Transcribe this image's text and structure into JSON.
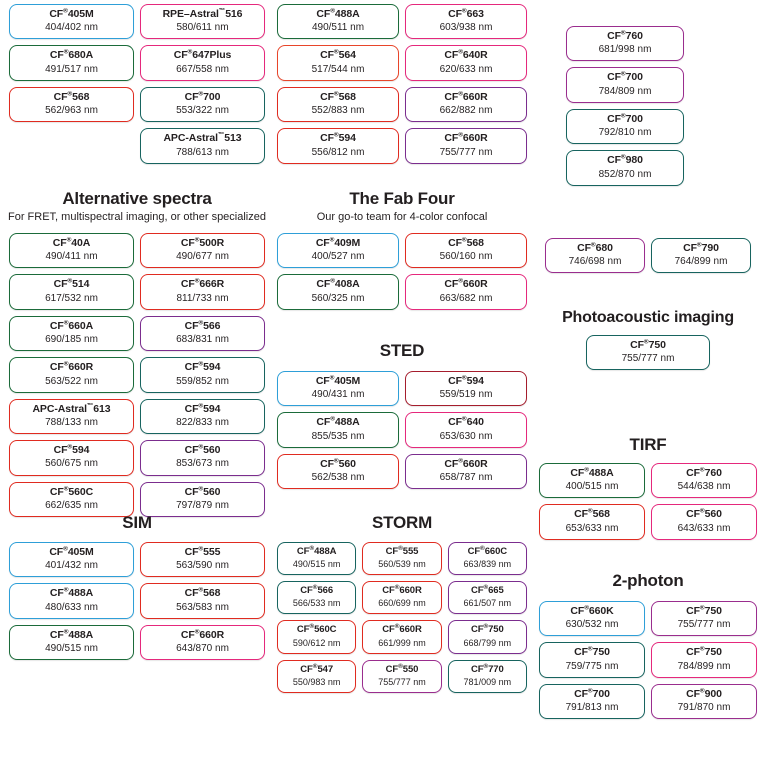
{
  "sections": [
    {
      "id": "top-left",
      "title": "",
      "subtitle": "",
      "columns": 2,
      "items": [
        {
          "name": "CF",
          "sup": "®",
          "suffix": "405M",
          "spec": "404/402 nm",
          "color": "blue"
        },
        {
          "name": "RPE–Astral",
          "sup": "™",
          "suffix": "516",
          "spec": "580/611 nm",
          "color": "magenta"
        },
        {
          "name": "CF",
          "sup": "®",
          "suffix": "680A",
          "spec": "491/517 nm",
          "color": "green"
        },
        {
          "name": "CF",
          "sup": "®",
          "suffix": "647Plus",
          "spec": "667/558 nm",
          "color": "magenta"
        },
        {
          "name": "CF",
          "sup": "®",
          "suffix": "568",
          "spec": "562/963 nm",
          "color": "red"
        },
        {
          "name": "CF",
          "sup": "®",
          "suffix": "700",
          "spec": "553/322 nm",
          "color": "teal"
        },
        {
          "name": "",
          "sup": "",
          "suffix": "",
          "spec": "",
          "color": "blank"
        },
        {
          "name": "APC-Astral",
          "sup": "™",
          "suffix": "513",
          "spec": "788/613 nm",
          "color": "teal"
        }
      ]
    },
    {
      "id": "top-mid",
      "title": "",
      "subtitle": "",
      "columns": 2,
      "items": [
        {
          "name": "CF",
          "sup": "®",
          "suffix": "488A",
          "spec": "490/511 nm",
          "color": "green"
        },
        {
          "name": "CF",
          "sup": "®",
          "suffix": "663",
          "spec": "603/938 nm",
          "color": "magenta"
        },
        {
          "name": "CF",
          "sup": "®",
          "suffix": "564",
          "spec": "517/544 nm",
          "color": "orange"
        },
        {
          "name": "CF",
          "sup": "®",
          "suffix": "640R",
          "spec": "620/633 nm",
          "color": "magenta"
        },
        {
          "name": "CF",
          "sup": "®",
          "suffix": "568",
          "spec": "552/883 nm",
          "color": "red"
        },
        {
          "name": "CF",
          "sup": "®",
          "suffix": "660R",
          "spec": "662/882 nm",
          "color": "purple"
        },
        {
          "name": "CF",
          "sup": "®",
          "suffix": "594",
          "spec": "556/812 nm",
          "color": "red"
        },
        {
          "name": "CF",
          "sup": "®",
          "suffix": "660R",
          "spec": "755/777 nm",
          "color": "purple"
        }
      ]
    },
    {
      "id": "top-right",
      "title": "",
      "subtitle": "",
      "columns": 1,
      "items": [
        {
          "name": "CF",
          "sup": "®",
          "suffix": "760",
          "spec": "681/998 nm",
          "color": "violet"
        },
        {
          "name": "CF",
          "sup": "®",
          "suffix": "700",
          "spec": "784/809 nm",
          "color": "violet"
        },
        {
          "name": "CF",
          "sup": "®",
          "suffix": "700",
          "spec": "792/810 nm",
          "color": "teal"
        },
        {
          "name": "CF",
          "sup": "®",
          "suffix": "980",
          "spec": "852/870 nm",
          "color": "teal"
        }
      ]
    },
    {
      "id": "alt",
      "title": "Alternative spectra",
      "subtitle": "For FRET, multispectral imaging, or other specialized",
      "columns": 2,
      "items": [
        {
          "name": "CF",
          "sup": "®",
          "suffix": "40A",
          "spec": "490/411 nm",
          "color": "green"
        },
        {
          "name": "CF",
          "sup": "®",
          "suffix": "500R",
          "spec": "490/677 nm",
          "color": "red"
        },
        {
          "name": "CF",
          "sup": "®",
          "suffix": "514",
          "spec": "617/532 nm",
          "color": "green"
        },
        {
          "name": "CF",
          "sup": "®",
          "suffix": "666R",
          "spec": "811/733 nm",
          "color": "red"
        },
        {
          "name": "CF",
          "sup": "®",
          "suffix": "660A",
          "spec": "690/185 nm",
          "color": "green"
        },
        {
          "name": "CF",
          "sup": "®",
          "suffix": "566",
          "spec": "683/831 nm",
          "color": "purple"
        },
        {
          "name": "CF",
          "sup": "®",
          "suffix": "660R",
          "spec": "563/522 nm",
          "color": "green"
        },
        {
          "name": "CF",
          "sup": "®",
          "suffix": "594",
          "spec": "559/852 nm",
          "color": "teal"
        },
        {
          "name": "APC-Astral",
          "sup": "™",
          "suffix": "613",
          "spec": "788/133 nm",
          "color": "red"
        },
        {
          "name": "CF",
          "sup": "®",
          "suffix": "594",
          "spec": "822/833 nm",
          "color": "teal"
        },
        {
          "name": "CF",
          "sup": "®",
          "suffix": "594",
          "spec": "560/675 nm",
          "color": "red"
        },
        {
          "name": "CF",
          "sup": "®",
          "suffix": "560",
          "spec": "853/673 nm",
          "color": "purple"
        },
        {
          "name": "CF",
          "sup": "®",
          "suffix": "560C",
          "spec": "662/635 nm",
          "color": "red"
        },
        {
          "name": "CF",
          "sup": "®",
          "suffix": "560",
          "spec": "797/879 nm",
          "color": "purple"
        }
      ]
    },
    {
      "id": "fab",
      "title": "The Fab Four",
      "subtitle": "Our go-to team for 4-color confocal",
      "columns": 2,
      "items": [
        {
          "name": "CF",
          "sup": "®",
          "suffix": "409M",
          "spec": "400/527 nm",
          "color": "blue"
        },
        {
          "name": "CF",
          "sup": "®",
          "suffix": "568",
          "spec": "560/160 nm",
          "color": "red"
        },
        {
          "name": "CF",
          "sup": "®",
          "suffix": "408A",
          "spec": "560/325 nm",
          "color": "green"
        },
        {
          "name": "CF",
          "sup": "®",
          "suffix": "660R",
          "spec": "663/682 nm",
          "color": "magenta"
        }
      ]
    },
    {
      "id": "nir",
      "title": "",
      "subtitle": "",
      "columns": 2,
      "items": [
        {
          "name": "CF",
          "sup": "®",
          "suffix": "680",
          "spec": "746/698 nm",
          "color": "violet"
        },
        {
          "name": "CF",
          "sup": "®",
          "suffix": "790",
          "spec": "764/899 nm",
          "color": "teal"
        }
      ]
    },
    {
      "id": "photo",
      "title": "Photoacoustic imaging",
      "subtitle": "",
      "columns": 1,
      "items": [
        {
          "name": "CF",
          "sup": "®",
          "suffix": "750",
          "spec": "755/777 nm",
          "color": "teal"
        }
      ]
    },
    {
      "id": "sted",
      "title": "STED",
      "subtitle": "",
      "columns": 2,
      "items": [
        {
          "name": "CF",
          "sup": "®",
          "suffix": "405M",
          "spec": "490/431 nm",
          "color": "blue"
        },
        {
          "name": "CF",
          "sup": "®",
          "suffix": "594",
          "spec": "559/519 nm",
          "color": "darkred"
        },
        {
          "name": "CF",
          "sup": "®",
          "suffix": "488A",
          "spec": "855/535 nm",
          "color": "green"
        },
        {
          "name": "CF",
          "sup": "®",
          "suffix": "640",
          "spec": "653/630 nm",
          "color": "magenta"
        },
        {
          "name": "CF",
          "sup": "®",
          "suffix": "560",
          "spec": "562/538 nm",
          "color": "red"
        },
        {
          "name": "CF",
          "sup": "®",
          "suffix": "660R",
          "spec": "658/787 nm",
          "color": "purple"
        }
      ]
    },
    {
      "id": "tirf",
      "title": "TIRF",
      "subtitle": "",
      "columns": 2,
      "items": [
        {
          "name": "CF",
          "sup": "®",
          "suffix": "488A",
          "spec": "400/515 nm",
          "color": "green"
        },
        {
          "name": "CF",
          "sup": "®",
          "suffix": "760",
          "spec": "544/638 nm",
          "color": "magenta"
        },
        {
          "name": "CF",
          "sup": "®",
          "suffix": "568",
          "spec": "653/633 nm",
          "color": "red"
        },
        {
          "name": "CF",
          "sup": "®",
          "suffix": "560",
          "spec": "643/633 nm",
          "color": "magenta"
        }
      ]
    },
    {
      "id": "sim",
      "title": "SIM",
      "subtitle": "",
      "columns": 2,
      "items": [
        {
          "name": "CF",
          "sup": "®",
          "suffix": "405M",
          "spec": "401/432 nm",
          "color": "blue"
        },
        {
          "name": "CF",
          "sup": "®",
          "suffix": "555",
          "spec": "563/590 nm",
          "color": "red"
        },
        {
          "name": "CF",
          "sup": "®",
          "suffix": "488A",
          "spec": "480/633 nm",
          "color": "blue"
        },
        {
          "name": "CF",
          "sup": "®",
          "suffix": "568",
          "spec": "563/583 nm",
          "color": "red"
        },
        {
          "name": "CF",
          "sup": "®",
          "suffix": "488A",
          "spec": "490/515 nm",
          "color": "green"
        },
        {
          "name": "CF",
          "sup": "®",
          "suffix": "660R",
          "spec": "643/870 nm",
          "color": "magenta"
        }
      ]
    },
    {
      "id": "storm",
      "title": "STORM",
      "subtitle": "",
      "columns": 3,
      "items": [
        {
          "name": "CF",
          "sup": "®",
          "suffix": "488A",
          "spec": "490/515 nm",
          "color": "teal"
        },
        {
          "name": "CF",
          "sup": "®",
          "suffix": "555",
          "spec": "560/539 nm",
          "color": "red"
        },
        {
          "name": "CF",
          "sup": "®",
          "suffix": "660C",
          "spec": "663/839 nm",
          "color": "purple"
        },
        {
          "name": "CF",
          "sup": "®",
          "suffix": "566",
          "spec": "566/533 nm",
          "color": "teal"
        },
        {
          "name": "CF",
          "sup": "®",
          "suffix": "660R",
          "spec": "660/699 nm",
          "color": "red"
        },
        {
          "name": "CF",
          "sup": "®",
          "suffix": "665",
          "spec": "661/507 nm",
          "color": "purple"
        },
        {
          "name": "CF",
          "sup": "®",
          "suffix": "560C",
          "spec": "590/612 nm",
          "color": "red"
        },
        {
          "name": "CF",
          "sup": "®",
          "suffix": "660R",
          "spec": "661/999 nm",
          "color": "red"
        },
        {
          "name": "CF",
          "sup": "®",
          "suffix": "750",
          "spec": "668/799 nm",
          "color": "purple"
        },
        {
          "name": "CF",
          "sup": "®",
          "suffix": "547",
          "spec": "550/983 nm",
          "color": "red"
        },
        {
          "name": "CF",
          "sup": "®",
          "suffix": "550",
          "spec": "755/777 nm",
          "color": "violet"
        },
        {
          "name": "CF",
          "sup": "®",
          "suffix": "770",
          "spec": "781/009 nm",
          "color": "teal"
        }
      ]
    },
    {
      "id": "2p",
      "title": "2-photon",
      "subtitle": "",
      "columns": 2,
      "items": [
        {
          "name": "CF",
          "sup": "®",
          "suffix": "660K",
          "spec": "630/532 nm",
          "color": "blue"
        },
        {
          "name": "CF",
          "sup": "®",
          "suffix": "750",
          "spec": "755/777 nm",
          "color": "violet"
        },
        {
          "name": "CF",
          "sup": "®",
          "suffix": "750",
          "spec": "759/775 nm",
          "color": "teal"
        },
        {
          "name": "CF",
          "sup": "®",
          "suffix": "750",
          "spec": "784/899 nm",
          "color": "magenta"
        },
        {
          "name": "CF",
          "sup": "®",
          "suffix": "700",
          "spec": "791/813 nm",
          "color": "teal"
        },
        {
          "name": "CF",
          "sup": "®",
          "suffix": "900",
          "spec": "791/870 nm",
          "color": "violet"
        }
      ]
    }
  ],
  "colors": {
    "blue": "#2e9fd8",
    "green": "#1b6b3a",
    "red": "#e02b20",
    "magenta": "#e5287c",
    "purple": "#7b2d8e",
    "teal": "#17645f",
    "orange": "#e8452a",
    "darkred": "#a51d2d",
    "violet": "#9a2d8e"
  }
}
